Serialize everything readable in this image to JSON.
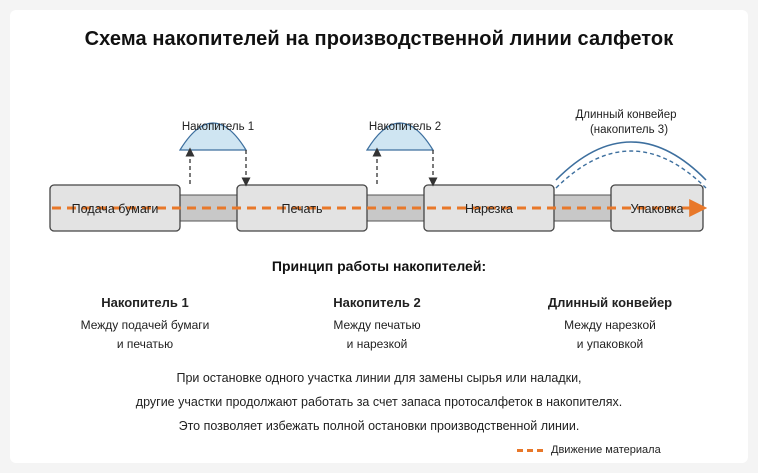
{
  "title": "Схема накопителей на производственной линии салфеток",
  "stations": [
    {
      "id": "feed",
      "label": "Подача бумаги"
    },
    {
      "id": "print",
      "label": "Печать"
    },
    {
      "id": "cut",
      "label": "Нарезка"
    },
    {
      "id": "pack",
      "label": "Упаковка"
    }
  ],
  "accumulators": {
    "acc1": "Накопитель 1",
    "acc2": "Накопитель 2",
    "long_line1": "Длинный конвейер",
    "long_line2": "(накопитель 3)"
  },
  "principle": {
    "title": "Принцип работы накопителей:",
    "columns": [
      {
        "heading": "Накопитель 1",
        "line1": "Между подачей бумаги",
        "line2": "и печатью"
      },
      {
        "heading": "Накопитель 2",
        "line1": "Между печатью",
        "line2": "и нарезкой"
      },
      {
        "heading": "Длинный конвейер",
        "line1": "Между нарезкой",
        "line2": "и упаковкой"
      }
    ],
    "paragraph": [
      "При остановке одного участка линии для замены сырья или наладки,",
      "другие участки продолжают работать за счет запаса протосалфеток в накопителях.",
      "Это позволяет избежать полной остановки производственной линии."
    ]
  },
  "legend": {
    "flow_label": "Движение материала"
  },
  "colors": {
    "flow": "#e8782a",
    "station_fill": "#e3e3e3",
    "conveyor_fill": "#c8c8c8",
    "accumulator_fill": "#cfe5f2",
    "accumulator_stroke": "#3d6f9e"
  }
}
